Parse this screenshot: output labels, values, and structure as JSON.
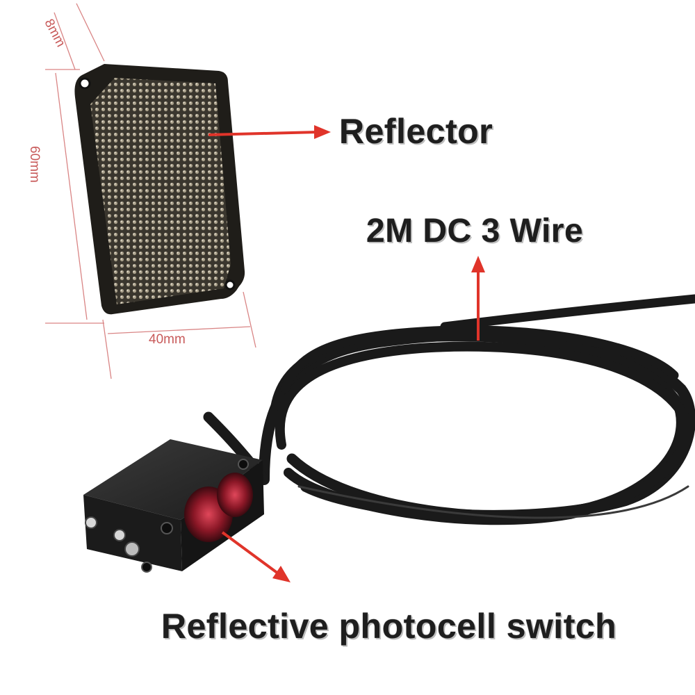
{
  "labels": {
    "reflector": "Reflector",
    "wire": "2M DC 3 Wire",
    "switch": "Reflective photocell switch"
  },
  "dimensions": {
    "thickness": "8mm",
    "height": "60mm",
    "width": "40mm"
  },
  "colors": {
    "arrow": "#e0342a",
    "dimension_line": "#d98585",
    "cable": "#1a1a1a",
    "sensor_body": "#202020",
    "sensor_lens": "#9b1b2a"
  }
}
